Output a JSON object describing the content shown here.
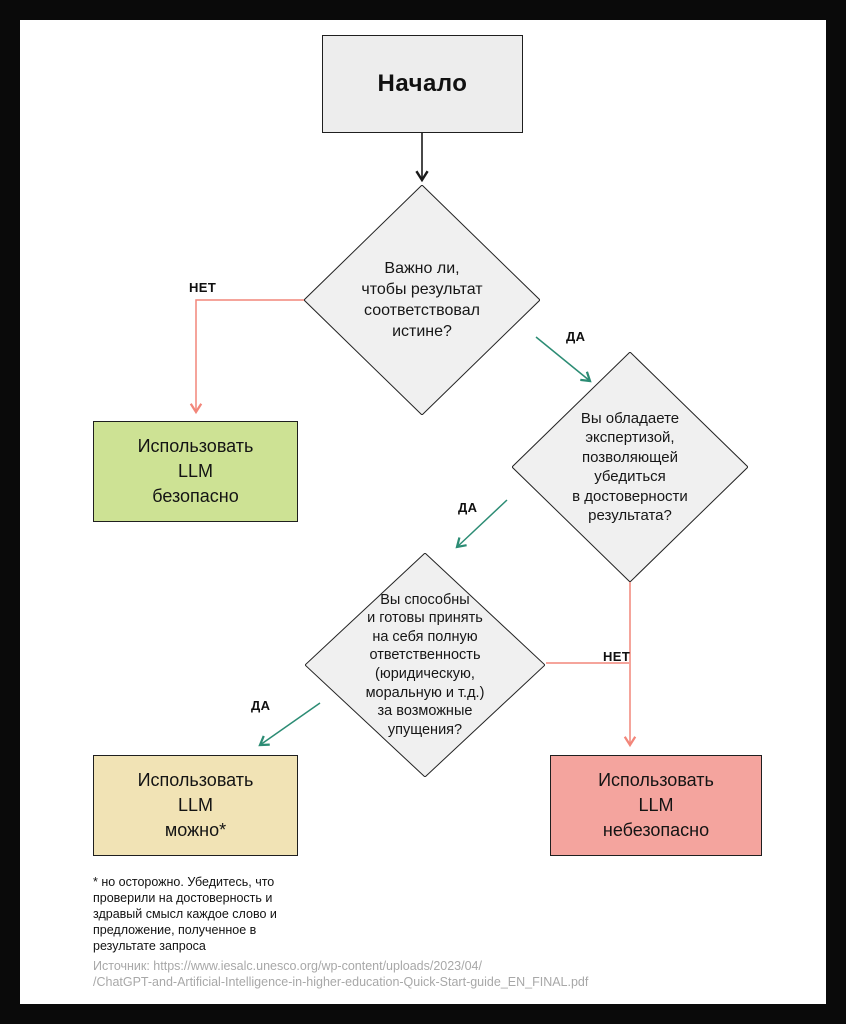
{
  "nodes": {
    "start": {
      "label": "Начало",
      "fill": "#ededed"
    },
    "d1": {
      "text": "Важно ли,\nчтобы результат\nсоответствовал\nистине?",
      "fill": "#f0f0f0"
    },
    "d2": {
      "text": "Вы обладаете\nэкспертизой,\nпозволяющей\nубедиться\nв достоверности\nрезультата?",
      "fill": "#f0f0f0"
    },
    "d3": {
      "text": "Вы способны\nи готовы принять\nна себя полную\nответственность\n(юридическую,\nморальную и т.д.)\nза возможные\nупущения?",
      "fill": "#f0f0f0"
    },
    "safe": {
      "text": "Использовать\nLLM\nбезопасно",
      "fill": "#cde294"
    },
    "ok": {
      "text": "Использовать\nLLM\nможно*",
      "fill": "#f1e3b5"
    },
    "unsafe": {
      "text": "Использовать\nLLM\nнебезопасно",
      "fill": "#f4a49e"
    }
  },
  "labels": {
    "yes": "ДА",
    "no": "НЕТ"
  },
  "footnote": "* но осторожно. Убедитесь, что\nпроверили на достоверность и\nздравый смысл каждое слово и\nпредложение, полученное в\nрезультате запроса",
  "source": "Источник: https://www.iesalc.unesco.org/wp-content/uploads/2023/04/\n/ChatGPT-and-Artificial-Intelligence-in-higher-education-Quick-Start-guide_EN_FINAL.pdf",
  "colors": {
    "yes_arrow": "#2c8c74",
    "no_arrow": "#f2867a",
    "start_arrow": "#1a1a1a",
    "frame": "#0a0a0a"
  }
}
